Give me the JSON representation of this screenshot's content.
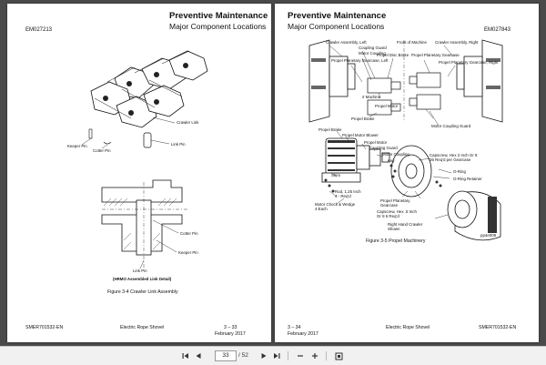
{
  "left_page": {
    "header_title": "Preventive Maintenance",
    "header_subtitle": "Major Component Locations",
    "doc_code": "EM027213",
    "labels": {
      "crawler_link": "Crawler Link",
      "keeper_pin": "Keeper Pin",
      "cotter_pin": "Cotter Pin",
      "link_pin": "Link Pin",
      "cotter_pin_2": "Cotter Pin",
      "keeper_pin_2": "Keeper Pin",
      "link_pin_2": "Link Pin",
      "detail_note": "(HRMO Assembled Link Detail)"
    },
    "figure_caption": "Figure 3-4 Crawler Link Assembly",
    "footer_doc": "SMER701532-EN",
    "footer_title": "Electric Rope Shovel",
    "footer_page": "3 – 33",
    "footer_date": "February 2017"
  },
  "right_page": {
    "header_title": "Preventive Maintenance",
    "header_subtitle": "Major Component Locations",
    "doc_code": "EM027843",
    "labels": {
      "crawler_assembly_left": "Crawler Assembly, Left",
      "coupling_guard": "Coupling Guard",
      "motor_coupling": "Motor Coupling",
      "propel_planetary_gearcase_left": "Propel Planetary Gearcase, Left",
      "front_of_machine": "Front of Machine",
      "propel_disc_brake": "Propel Disc Brake",
      "propel_planetary_gearcase": "Propel Planetary Gearcase",
      "crawler_assembly_right": "Crawler Assembly, Right",
      "propel_planetary_gearcase_right": "Propel Planetary Gearcase, Right",
      "machine_cl": "¢ Machine",
      "propel_motor_top": "Propel Motor",
      "propel_brake_top": "Propel Brake",
      "motor_coupling_guard": "Motor Coupling Guard",
      "propel_brake": "Propel Brake",
      "propel_motor_blower": "Propel Motor Blower",
      "propel_motor": "Propel Motor",
      "coupling_guard_2": "Coupling Guard",
      "motor_coupling_2": "Motor Coupling",
      "key": "Key",
      "shim": "Shim",
      "capscrew_1": "Capscrew, Hex 2 Inch Gr 8",
      "capscrew_1b": "36 Req'd per Gearcase",
      "o_ring": "O-Ring",
      "o_ring_retainer": "O-Ring Retainer",
      "rod": "Rod, 1.25 Inch",
      "rod_b": "4 - Req'd",
      "motor_chock": "Motor Chock & Wedge",
      "motor_chock_b": "4 Each",
      "propel_planetary_gearcase_2": "Propel Planetary",
      "propel_planetary_gearcase_2b": "Gearcase",
      "capscrew_2": "Capscrew, Hex .5 Inch",
      "capscrew_2b": "Gr 8 6 Req'd",
      "right_hand_crawler": "Right Hand Crawler",
      "right_hand_crawler_b": "Shown",
      "part_no": "pp4e008"
    },
    "figure_caption": "Figure 3-5 Propel Machinery",
    "footer_page": "3 – 34",
    "footer_date": "February 2017",
    "footer_title": "Electric Rope Shovel",
    "footer_doc": "SMER701532-EN"
  },
  "toolbar": {
    "current_page": "33",
    "total_pages": "/ 52",
    "icons": [
      "first-page-icon",
      "previous-page-icon",
      "next-page-icon",
      "last-page-icon",
      "zoom-out-icon",
      "zoom-in-icon",
      "fit-page-icon"
    ]
  }
}
